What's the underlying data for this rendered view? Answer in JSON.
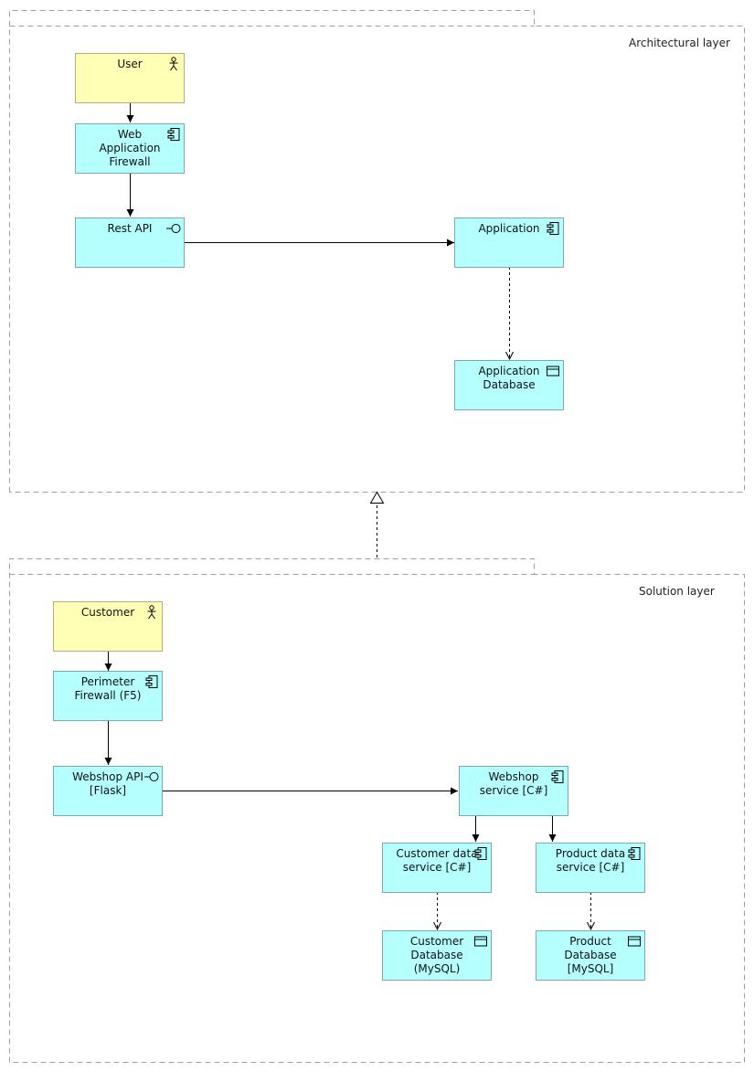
{
  "groups": {
    "architectural": {
      "label": "Architectural layer"
    },
    "solution": {
      "label": "Solution layer"
    }
  },
  "nodes": {
    "user": {
      "label": "User",
      "icon": "actor-icon"
    },
    "waf": {
      "label": "Web\nApplication\nFirewall",
      "icon": "component-icon"
    },
    "rest_api": {
      "label": "Rest API",
      "icon": "interface-icon"
    },
    "application": {
      "label": "Application",
      "icon": "component-icon"
    },
    "app_db": {
      "label": "Application\nDatabase",
      "icon": "data-object-icon"
    },
    "customer": {
      "label": "Customer",
      "icon": "actor-icon"
    },
    "perimeter_fw": {
      "label": "Perimeter\nFirewall (F5)",
      "icon": "component-icon"
    },
    "webshop_api": {
      "label": "Webshop API\n[Flask]",
      "icon": "interface-icon"
    },
    "webshop_service": {
      "label": "Webshop\nservice [C#]",
      "icon": "component-icon"
    },
    "customer_data_service": {
      "label": "Customer data\nservice [C#]",
      "icon": "component-icon"
    },
    "product_data_service": {
      "label": "Product data\nservice [C#]",
      "icon": "component-icon"
    },
    "customer_db": {
      "label": "Customer\nDatabase\n(MySQL)",
      "icon": "data-object-icon"
    },
    "product_db": {
      "label": "Product\nDatabase\n[MySQL]",
      "icon": "data-object-icon"
    }
  },
  "colors": {
    "component_fill": "#b5ffff",
    "actor_fill": "#ffffb5",
    "group_border": "#a0a0a0",
    "line": "#000000"
  }
}
